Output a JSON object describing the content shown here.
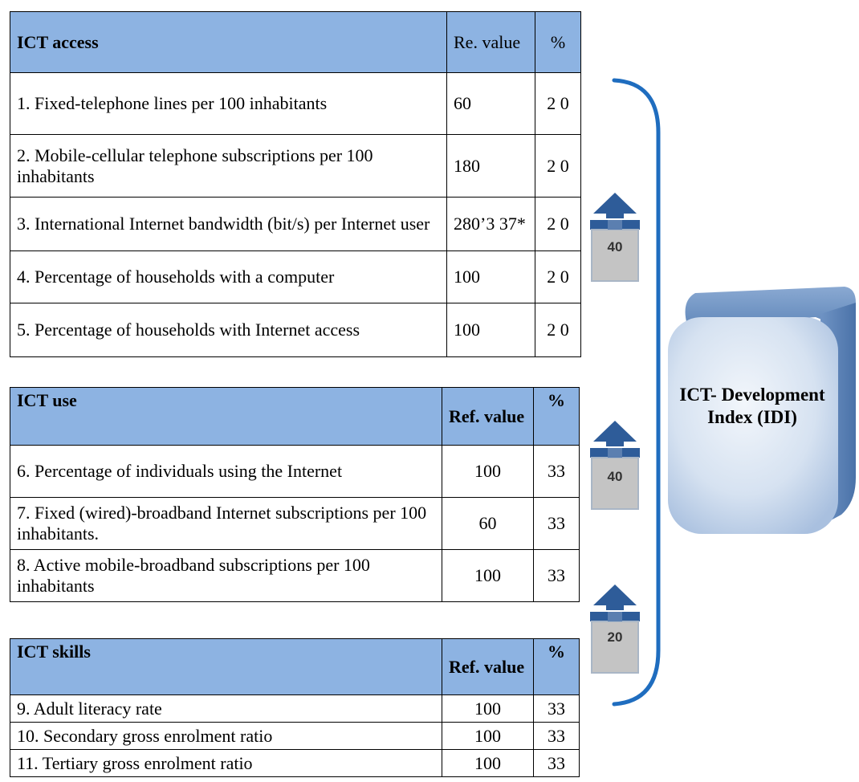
{
  "access": {
    "header": {
      "label": "ICT access",
      "value": "Re. value",
      "pct": "%"
    },
    "rows": [
      {
        "label": "1. Fixed-telephone lines per 100 inhabitants",
        "value": "60",
        "pct": "2 0"
      },
      {
        "label": "2. Mobile-cellular telephone subscriptions per 100 inhabitants",
        "value": "180",
        "pct": "2 0"
      },
      {
        "label": "3. International Internet bandwidth (bit/s) per Internet user",
        "value": "280’3 37*",
        "pct": "2 0"
      },
      {
        "label": "4. Percentage of households with a computer",
        "value": "100",
        "pct": "2 0"
      },
      {
        "label": "5. Percentage of households with Internet access",
        "value": "100",
        "pct": "2 0"
      }
    ]
  },
  "use": {
    "header": {
      "label": "ICT use",
      "value": "Ref. value",
      "pct": "%"
    },
    "rows": [
      {
        "label": "6. Percentage of individuals using the Internet",
        "value": "100",
        "pct": "33"
      },
      {
        "label": "7. Fixed (wired)-broadband Internet subscriptions per 100 inhabitants.",
        "value": "60",
        "pct": "33"
      },
      {
        "label": "8. Active mobile-broadband subscriptions per 100 inhabitants",
        "value": "100",
        "pct": "33"
      }
    ]
  },
  "skills": {
    "header": {
      "label": "ICT skills",
      "value": "Ref. value",
      "pct": "%"
    },
    "rows": [
      {
        "label": "9. Adult literacy rate",
        "value": "100",
        "pct": "33"
      },
      {
        "label": "10. Secondary gross enrolment ratio",
        "value": "100",
        "pct": "33"
      },
      {
        "label": "11. Tertiary gross enrolment ratio",
        "value": "100",
        "pct": "33"
      }
    ]
  },
  "arrows": [
    {
      "weight": "40"
    },
    {
      "weight": "40"
    },
    {
      "weight": "20"
    }
  ],
  "idi": {
    "label": "ICT- Development Index (IDI)"
  },
  "colors": {
    "header_fill": "#8db3e2",
    "brace": "#1f6dbf",
    "arrow_blue": "#2e5c99",
    "arrow_box": "#c4c4c4",
    "idi_light": "#dbe6f4",
    "idi_dark": "#5c84b8"
  }
}
